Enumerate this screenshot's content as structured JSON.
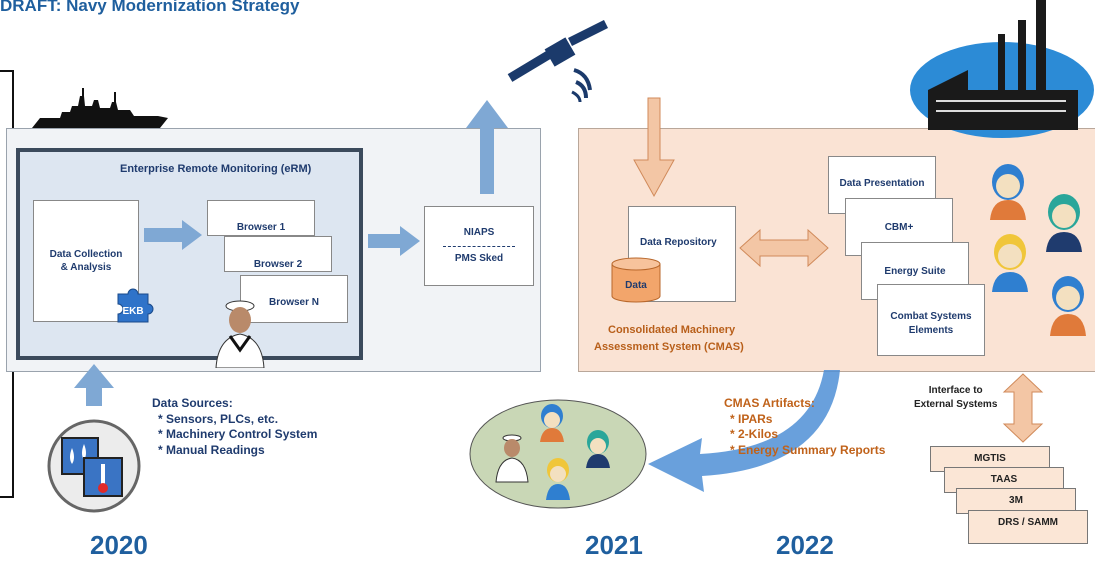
{
  "caption": "DRAFT: Navy Modernization Strategy",
  "left": {
    "erm_title": "Enterprise Remote Monitoring (eRM)",
    "data_collection": [
      "Data Collection",
      "& Analysis"
    ],
    "ekb": "EKB",
    "browsers": [
      "Browser 1",
      "Browser 2",
      "Browser N"
    ],
    "niaps": "NIAPS",
    "pms": "PMS Sked"
  },
  "data_sources": {
    "title": "Data Sources:",
    "items": [
      "* Sensors, PLCs, etc.",
      "* Machinery Control System",
      "* Manual Readings"
    ]
  },
  "right": {
    "repository": "Data Repository",
    "data": "Data",
    "cmas": [
      "Consolidated Machinery",
      "Assessment System (CMAS)"
    ],
    "stack": [
      "Data Presentation",
      "CBM+",
      "Energy Suite",
      "Combat Systems Elements"
    ]
  },
  "artifacts": {
    "title": "CMAS Artifacts:",
    "items": [
      "* IPARs",
      "* 2-Kilos",
      "* Energy Summary Reports"
    ]
  },
  "interface": [
    "Interface to",
    "External Systems"
  ],
  "external": [
    "MGTIS",
    "TAAS",
    "3M",
    "DRS / SAMM"
  ],
  "years": [
    "2020",
    "2021",
    "2022"
  ],
  "colors": {
    "blue_arrow": "#7fa8d4",
    "orange_arrow": "#f3c6a5",
    "navy_text": "#1f3b6e",
    "orange_text": "#c0621a"
  }
}
